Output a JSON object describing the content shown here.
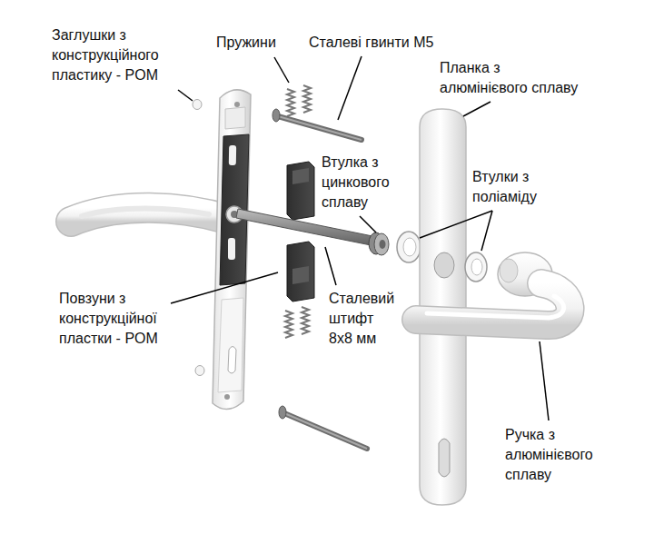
{
  "diagram": {
    "labels": [
      "Заглушки з конструкційного пластику - POM",
      "Пружини",
      "Сталеві гвинти M5",
      "Планка з алюмінієвого сплаву",
      "Втулка з цинкового сплаву",
      "Втулки з поліаміду",
      "Повзуни з конструкційної пластки - POM",
      "Сталевий штифт 8x8 мм",
      "Ручка з алюмінієвого сплаву"
    ]
  }
}
